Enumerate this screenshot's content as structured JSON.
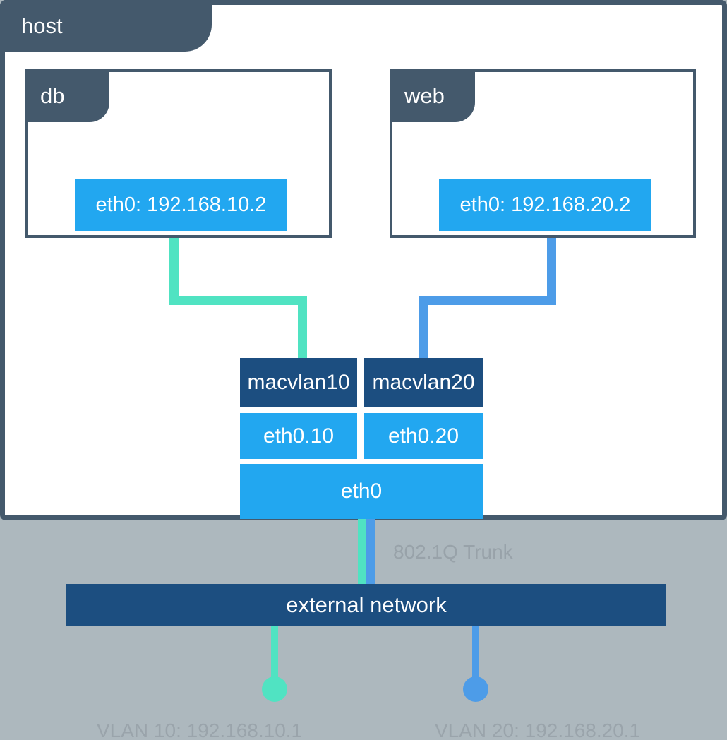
{
  "host": {
    "label": "host"
  },
  "containers": [
    {
      "name": "db",
      "interface_label": "eth0: 192.168.10.2"
    },
    {
      "name": "web",
      "interface_label": "eth0: 192.168.20.2"
    }
  ],
  "host_interfaces": {
    "macvlan10_label": "macvlan10",
    "macvlan20_label": "macvlan20",
    "vlan_sub10_label": "eth0.10",
    "vlan_sub20_label": "eth0.20",
    "parent_label": "eth0"
  },
  "network": {
    "trunk_label": "802.1Q Trunk",
    "external_label": "external network",
    "vlan10_label": "VLAN 10: 192.168.10.1",
    "vlan20_label": "VLAN 20: 192.168.20.1"
  },
  "colors": {
    "slate": "#44596c",
    "navy": "#1c4e80",
    "light_blue": "#22a7f0",
    "vlan10_green": "#50e3c2",
    "vlan20_blue": "#4d9ce8",
    "background_gray": "#adb8be",
    "muted_text_gray": "#98a2a9"
  }
}
